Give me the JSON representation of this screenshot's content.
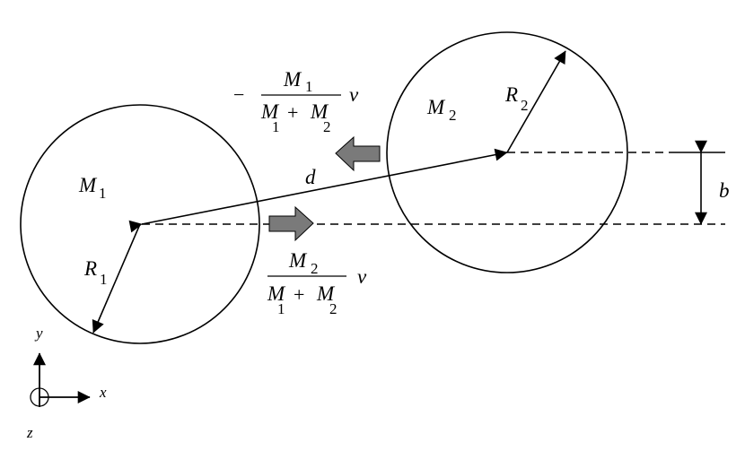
{
  "labels": {
    "mass1": {
      "main": "M",
      "sub": "1"
    },
    "mass2": {
      "main": "M",
      "sub": "2"
    },
    "radius1": {
      "main": "R",
      "sub": "1"
    },
    "radius2": {
      "main": "R",
      "sub": "2"
    },
    "separation": "d",
    "impact_parameter": "b"
  },
  "velocity_upper": {
    "sign": "−",
    "num_main": "M",
    "num_sub": "1",
    "den1_main": "M",
    "den1_sub": "1",
    "plus": "+",
    "den2_main": "M",
    "den2_sub": "2",
    "v": "v"
  },
  "velocity_lower": {
    "num_main": "M",
    "num_sub": "2",
    "den1_main": "M",
    "den1_sub": "1",
    "plus": "+",
    "den2_main": "M",
    "den2_sub": "2",
    "v": "v"
  },
  "axes": {
    "x": "x",
    "y": "y",
    "z": "z"
  },
  "colors": {
    "stroke": "#000000",
    "velocity_arrow": "#7a7a7a"
  }
}
